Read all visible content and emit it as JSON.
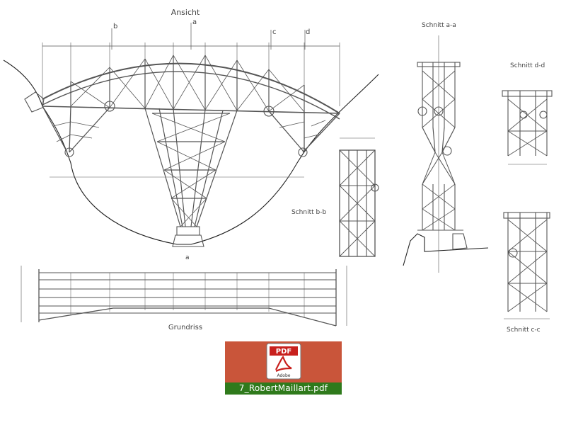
{
  "drawing": {
    "view_title": "Ansicht",
    "plan_title": "Grundriss",
    "section_labels": {
      "aa": "Schnitt a-a",
      "bb": "Schnitt b-b",
      "dd": "Schnitt d-d",
      "cc": "Schnitt c-c"
    },
    "cut_marks": [
      "b",
      "a",
      "c",
      "d"
    ],
    "bottom_mark": "a",
    "colors": {
      "ink": "#555555",
      "terrain": "#222222"
    }
  },
  "attachment": {
    "icon": "pdf-adobe-icon",
    "badge": "PDF",
    "vendor": "Adobe",
    "filename": "7_RobertMaillart.pdf",
    "colors": {
      "tile": "#c9553a",
      "label_bar": "#2f7a1c",
      "badge": "#c8201d"
    }
  }
}
